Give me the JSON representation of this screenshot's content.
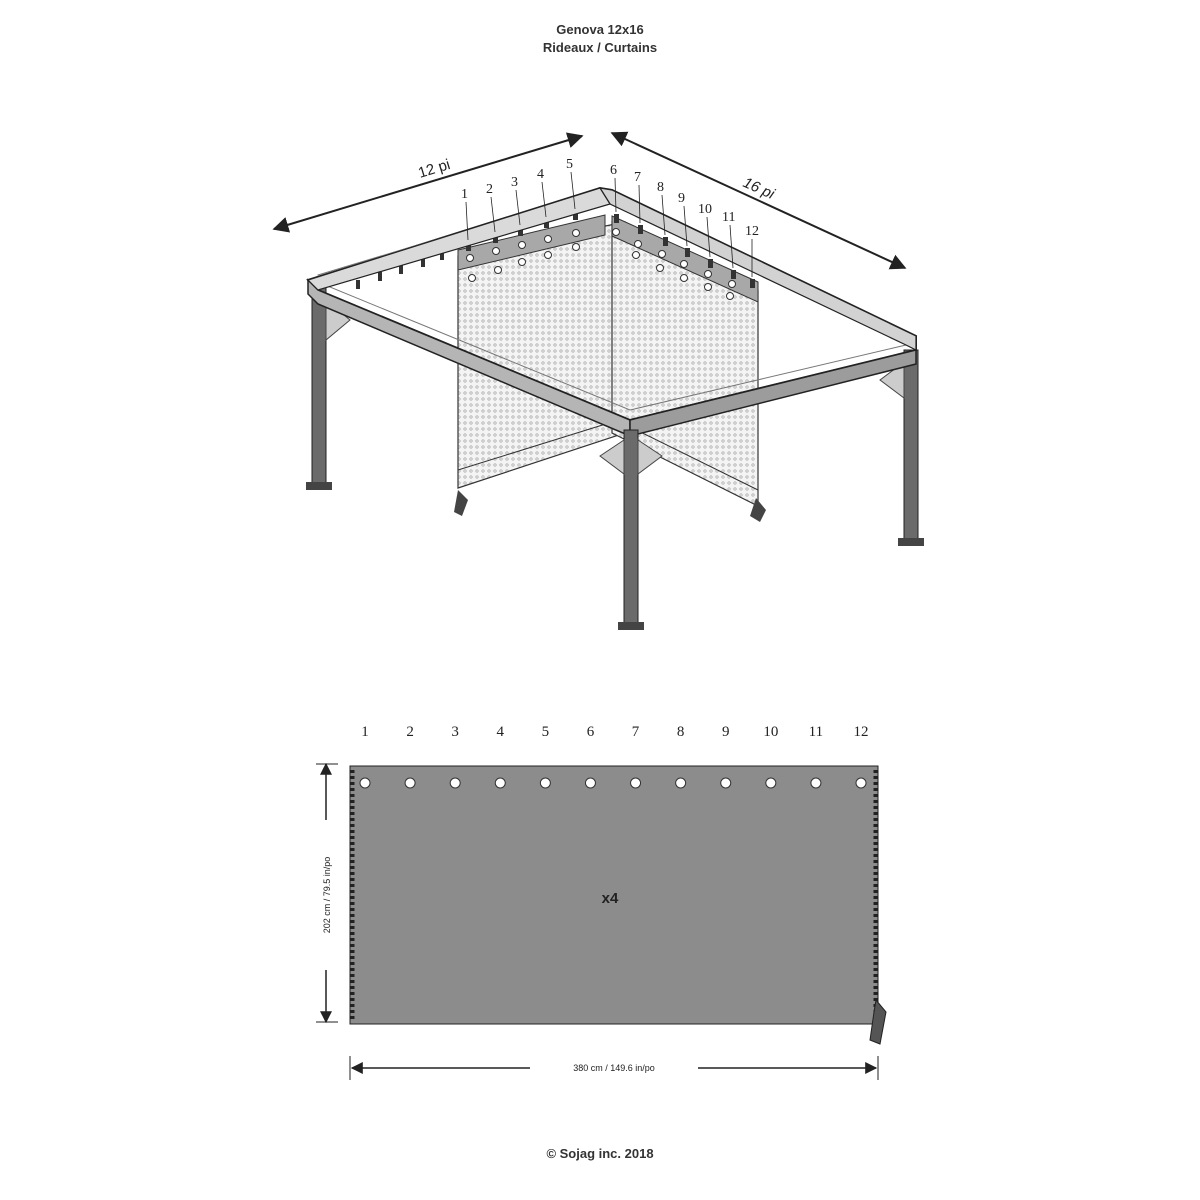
{
  "header": {
    "title_line1": "Genova 12x16",
    "title_line2": "Rideaux / Curtains"
  },
  "gazebo": {
    "width_label": "12 pi",
    "depth_label": "16 pi",
    "hook_numbers": [
      "1",
      "2",
      "3",
      "4",
      "5",
      "6",
      "7",
      "8",
      "9",
      "10",
      "11",
      "12"
    ]
  },
  "curtain": {
    "grommet_numbers": [
      "1",
      "2",
      "3",
      "4",
      "5",
      "6",
      "7",
      "8",
      "9",
      "10",
      "11",
      "12"
    ],
    "quantity": "x4",
    "height_label": "202 cm / 79.5 in/po",
    "width_label": "380 cm / 149.6 in/po",
    "fill_color": "#8c8c8c"
  },
  "footer": {
    "copyright": "© Sojag inc. 2018"
  }
}
